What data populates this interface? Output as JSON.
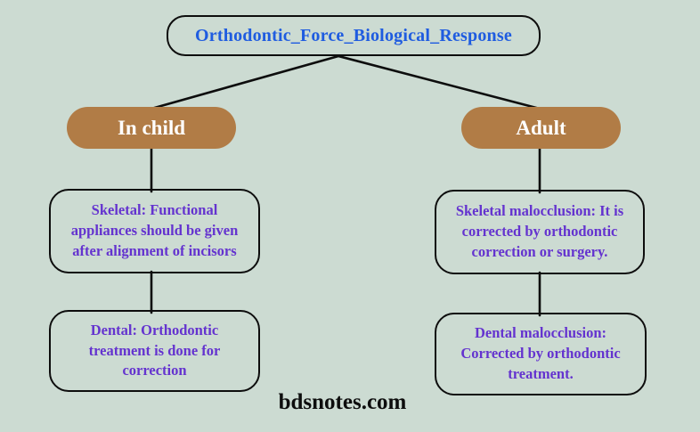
{
  "colors": {
    "background": "#ccdbd2",
    "branch_fill": "#b17c46",
    "outline": "#0d0d0d",
    "root_text": "#1f5ce0",
    "detail_text": "#6433cf",
    "branch_text": "#ffffff",
    "watermark_text": "#0d0d0d"
  },
  "diagram": {
    "root": {
      "label": "Orthodontic_Force_Biological_Response"
    },
    "branches": [
      {
        "label": "In child",
        "children": [
          {
            "label": "Skeletal: Functional appliances should be given after alignment of incisors"
          },
          {
            "label": "Dental: Orthodontic treatment is done for correction"
          }
        ]
      },
      {
        "label": "Adult",
        "children": [
          {
            "label": "Skeletal malocclusion: It is corrected by orthodontic correction or surgery."
          },
          {
            "label": "Dental malocclusion: Corrected by orthodontic treatment."
          }
        ]
      }
    ]
  },
  "watermark": "bdsnotes.com"
}
